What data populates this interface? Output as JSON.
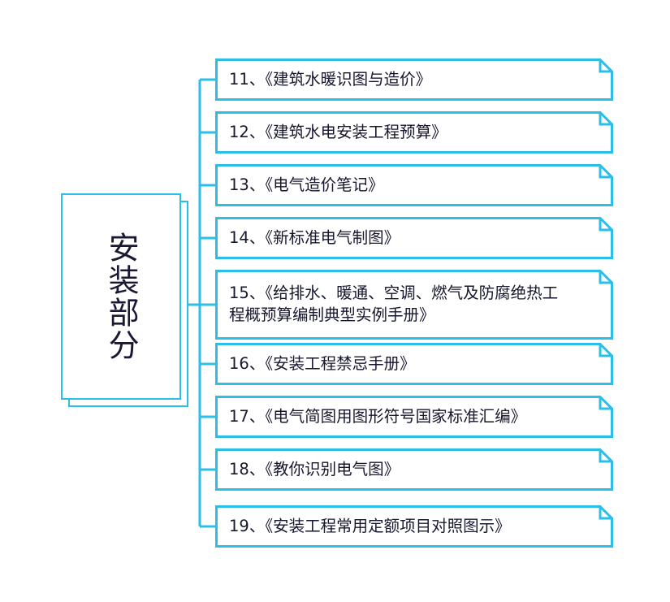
{
  "diagram": {
    "type": "mind-map",
    "orientation": "horizontal-right",
    "accent_color": "#2BBEE8",
    "text_color": "#17172e",
    "background_color": "#ffffff"
  },
  "root": {
    "label": "安装部分",
    "text_direction": "vertical"
  },
  "children": [
    {
      "index": "11",
      "separator": "、",
      "title": "《建筑水暖识图与造价》",
      "text": "11、《建筑水暖识图与造价》"
    },
    {
      "index": "12",
      "separator": "、",
      "title": "《建筑水电安装工程预算》",
      "text": "12、《建筑水电安装工程预算》"
    },
    {
      "index": "13",
      "separator": "、",
      "title": "《电气造价笔记》",
      "text": "13、《电气造价笔记》"
    },
    {
      "index": "14",
      "separator": "、",
      "title": "《新标准电气制图》",
      "text": "14、《新标准电气制图》"
    },
    {
      "index": "15",
      "separator": "、",
      "title": "《给排水、暖通、空调、燃气及防腐绝热工程概预算编制典型实例手册》",
      "text": "15、《给排水、暖通、空调、燃气及防腐绝热工\n程概预算编制典型实例手册》"
    },
    {
      "index": "16",
      "separator": "、",
      "title": "《安装工程禁忌手册》",
      "text": "16、《安装工程禁忌手册》"
    },
    {
      "index": "17",
      "separator": "、",
      "title": "《电气简图用图形符号国家标准汇编》",
      "text": "17、《电气简图用图形符号国家标准汇编》"
    },
    {
      "index": "18",
      "separator": "、",
      "title": "《教你识别电气图》",
      "text": "18、《教你识别电气图》"
    },
    {
      "index": "19",
      "separator": "、",
      "title": "《安装工程常用定额项目对照图示》",
      "text": "19、《安装工程常用定额项目对照图示》"
    }
  ]
}
